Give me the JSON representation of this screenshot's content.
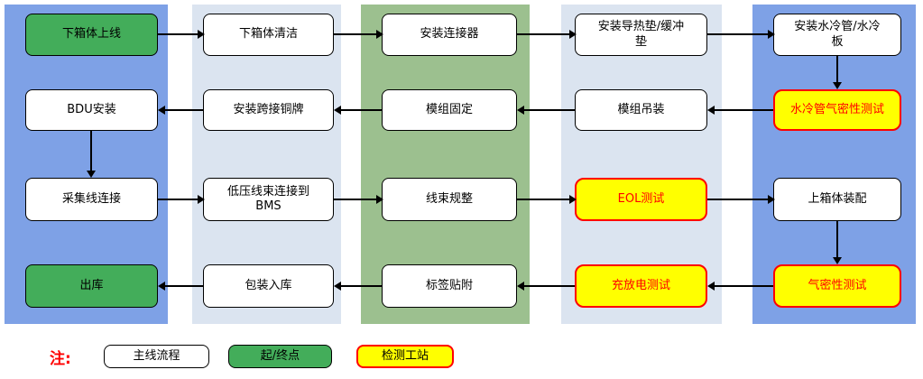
{
  "palette": {
    "column_blue": "#7EA1E6",
    "column_light": "#DBE4F0",
    "column_green": "#9CC08F",
    "node_green": "#43AD5A",
    "node_yellow": "#FFFF00",
    "test_red": "#FF0000",
    "border_black": "#000000"
  },
  "nodes": {
    "r1c1": {
      "label": "下箱体上线",
      "type": "start_end"
    },
    "r1c2": {
      "label": "下箱体清洁",
      "type": "main"
    },
    "r1c3": {
      "label": "安装连接器",
      "type": "main"
    },
    "r1c4": {
      "label": "安装导热垫/缓冲\n垫",
      "type": "main"
    },
    "r1c5": {
      "label": "安装水冷管/水冷\n板",
      "type": "main"
    },
    "r2c1": {
      "label": "BDU安装",
      "type": "main"
    },
    "r2c2": {
      "label": "安装跨接铜牌",
      "type": "main"
    },
    "r2c3": {
      "label": "模组固定",
      "type": "main"
    },
    "r2c4": {
      "label": "模组吊装",
      "type": "main"
    },
    "r2c5": {
      "label": "水冷管气密性测试",
      "type": "test"
    },
    "r3c1": {
      "label": "采集线连接",
      "type": "main"
    },
    "r3c2": {
      "label": "低压线束连接到\nBMS",
      "type": "main"
    },
    "r3c3": {
      "label": "线束规整",
      "type": "main"
    },
    "r3c4": {
      "label": "EOL测试",
      "type": "test"
    },
    "r3c5": {
      "label": "上箱体装配",
      "type": "main"
    },
    "r4c1": {
      "label": "出库",
      "type": "start_end"
    },
    "r4c2": {
      "label": "包装入库",
      "type": "main"
    },
    "r4c3": {
      "label": "标签贴附",
      "type": "main"
    },
    "r4c4": {
      "label": "充放电测试",
      "type": "test"
    },
    "r4c5": {
      "label": "气密性测试",
      "type": "test"
    }
  },
  "legend": {
    "note": "注:",
    "items": [
      {
        "label": "主线流程",
        "type": "main"
      },
      {
        "label": "起/终点",
        "type": "start_end"
      },
      {
        "label": "检测工站",
        "type": "test"
      }
    ]
  }
}
